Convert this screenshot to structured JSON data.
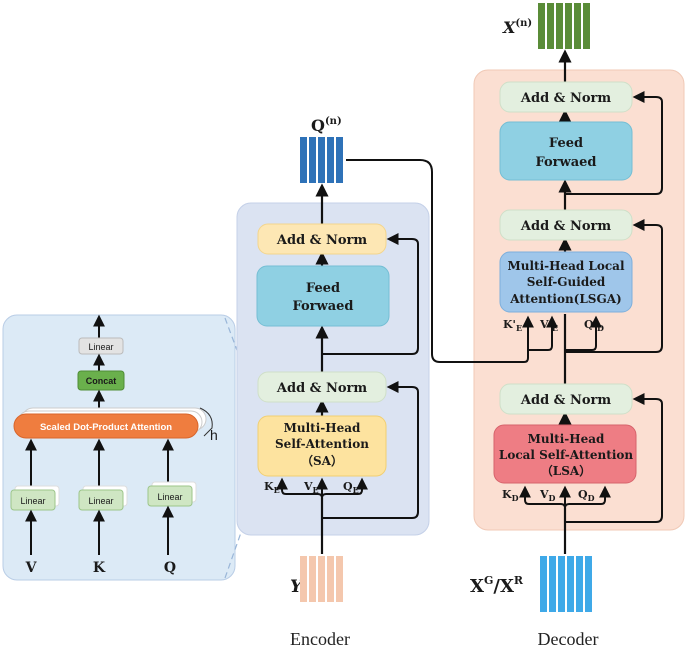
{
  "colors": {
    "encoder_panel": "#dbe3f2",
    "decoder_panel": "#fbdfd2",
    "attention_panel": "#dceaf6",
    "addnorm": "#fde7b4",
    "addnorm_light": "#e3efdf",
    "feedforward": "#8fd0e3",
    "sa": "#fde39f",
    "lsga": "#9fc6ea",
    "lsa": "#ee7d84",
    "scaled_dot": "#ef7d3f",
    "concat": "#6ab04c",
    "linear_green": "#cfe6c3",
    "q_token": "#2e72b8",
    "y_token": "#f4c7ad",
    "x_out_token": "#5a8c38",
    "x_in_token": "#3fa9e8"
  },
  "attention_detail": {
    "linear_top": "Linear",
    "concat": "Concat",
    "scaled_dot": "Scaled Dot-Product Attention",
    "h": "h",
    "linear_v": "Linear",
    "linear_k": "Linear",
    "linear_q": "Linear",
    "input_v": "V",
    "input_k": "K",
    "input_q": "Q"
  },
  "encoder": {
    "output_label_main": "Q",
    "output_label_sup": "(n)",
    "add_norm_top": "Add & Norm",
    "feed_line1": "Feed",
    "feed_line2": "Forwaed",
    "add_norm_bottom": "Add & Norm",
    "sa_line1": "Multi-Head",
    "sa_line2": "Self-Attention",
    "sa_line3": "（SA）",
    "k_label": "K",
    "k_sub": "E",
    "v_label": "V",
    "v_sub": "E",
    "q_label": "Q",
    "q_sub": "E",
    "input_label": "Y",
    "caption": "Encoder"
  },
  "decoder": {
    "output_label_main": "X",
    "output_label_sup": "(n)",
    "add_norm_1": "Add & Norm",
    "feed_line1": "Feed",
    "feed_line2": "Forwaed",
    "add_norm_2": "Add & Norm",
    "lsga_line1": "Multi-Head Local",
    "lsga_line2": "Self-Guided",
    "lsga_line3": "Attention(LSGA)",
    "kp_label": "K'",
    "kp_sub": "E",
    "vp_label": "V'",
    "vp_sub": "E",
    "qp_label": "Q'",
    "qp_sub": "D",
    "add_norm_3": "Add & Norm",
    "lsa_line1": "Multi-Head",
    "lsa_line2": "Local Self-Attention",
    "lsa_line3": "（LSA）",
    "kd_label": "K",
    "kd_sub": "D",
    "vd_label": "V",
    "vd_sub": "D",
    "qd_label": "Q",
    "qd_sub": "D",
    "input_label_a": "X",
    "input_sup_a": "G",
    "input_slash": "/X",
    "input_sup_b": "R",
    "caption": "Decoder"
  }
}
